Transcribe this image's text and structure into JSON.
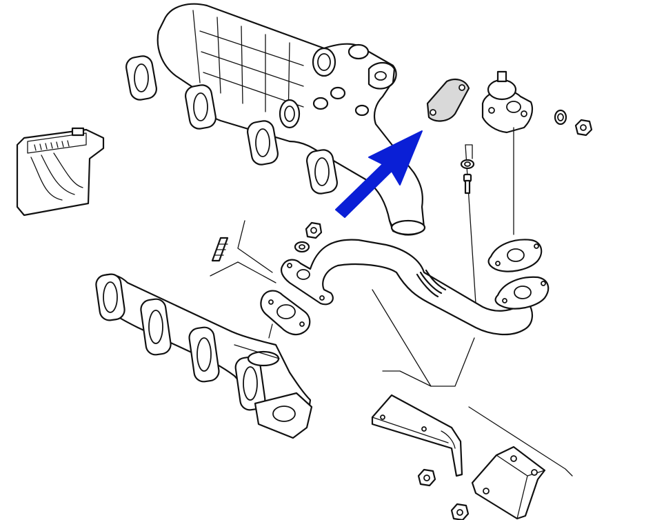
{
  "diagram": {
    "parts": [
      {
        "id": "intake-manifold-egr-cooler"
      },
      {
        "id": "blanking-plate-gasket"
      },
      {
        "id": "egr-valve"
      },
      {
        "id": "engine-control-unit"
      },
      {
        "id": "exhaust-manifold"
      },
      {
        "id": "egr-pipe"
      },
      {
        "id": "flange-gasket"
      },
      {
        "id": "stud"
      },
      {
        "id": "nut"
      },
      {
        "id": "washer"
      },
      {
        "id": "bolt"
      },
      {
        "id": "pipe-bracket"
      },
      {
        "id": "mounting-bracket"
      }
    ],
    "highlight": {
      "icon": "arrow-icon",
      "color": "#0a1fd6",
      "target": "blanking-plate-gasket"
    },
    "line_color": "#111111",
    "background": "#ffffff"
  }
}
